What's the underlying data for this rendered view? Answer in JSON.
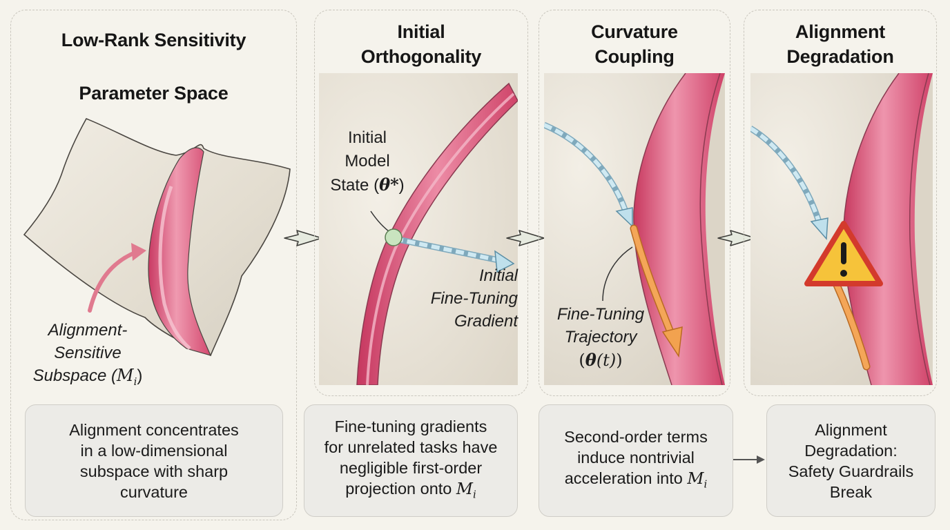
{
  "panels": [
    {
      "title": "Low-Rank Sensitivity",
      "subtitle": "Parameter Space",
      "labels": {
        "subspace_line1": "Alignment-",
        "subspace_line2": "Sensitive",
        "subspace_line3": "Subspace (",
        "subspace_math": "M",
        "subspace_sub": "i",
        "subspace_close": ")"
      },
      "caption": [
        "Alignment concentrates",
        "in a low-dimensional",
        "subspace with sharp",
        "curvature"
      ]
    },
    {
      "title_line1": "Initial",
      "title_line2": "Orthogonality",
      "labels": {
        "state_line1": "Initial",
        "state_line2": "Model",
        "state_line3": "State (",
        "state_math": "θ*",
        "state_close": ")",
        "gradient_line1": "Initial",
        "gradient_line2": "Fine-Tuning",
        "gradient_line3": "Gradient"
      },
      "caption": [
        "Fine-tuning gradients",
        "for unrelated tasks have",
        "negligible first-order",
        "projection onto "
      ],
      "caption_math": "M",
      "caption_sub": "i"
    },
    {
      "title_line1": "Curvature",
      "title_line2": "Coupling",
      "labels": {
        "traj_line1": "Fine-Tuning",
        "traj_line2": "Trajectory",
        "traj_math_open": "(",
        "traj_math": "θ",
        "traj_math_arg": "(t)",
        "traj_math_close": ")"
      },
      "caption": [
        "Second-order terms",
        "induce nontrivial",
        "acceleration into "
      ],
      "caption_math": "M",
      "caption_sub": "i"
    },
    {
      "title_line1": "Alignment",
      "title_line2": "Degradation",
      "icons": {
        "warning": "warning-triangle-icon"
      },
      "caption": [
        "Alignment",
        "Degradation:",
        "Safety Guardrails",
        "Break"
      ]
    }
  ],
  "colors": {
    "background": "#f5f3ec",
    "ridge": "#d94d72",
    "ridge_light": "#ec8fa8",
    "gradient_arrow": "#bfe0ec",
    "trajectory": "#f2a24f",
    "warning_fill": "#f6c33a",
    "warning_border": "#d33a2c",
    "state_dot": "#bfe0b5"
  }
}
